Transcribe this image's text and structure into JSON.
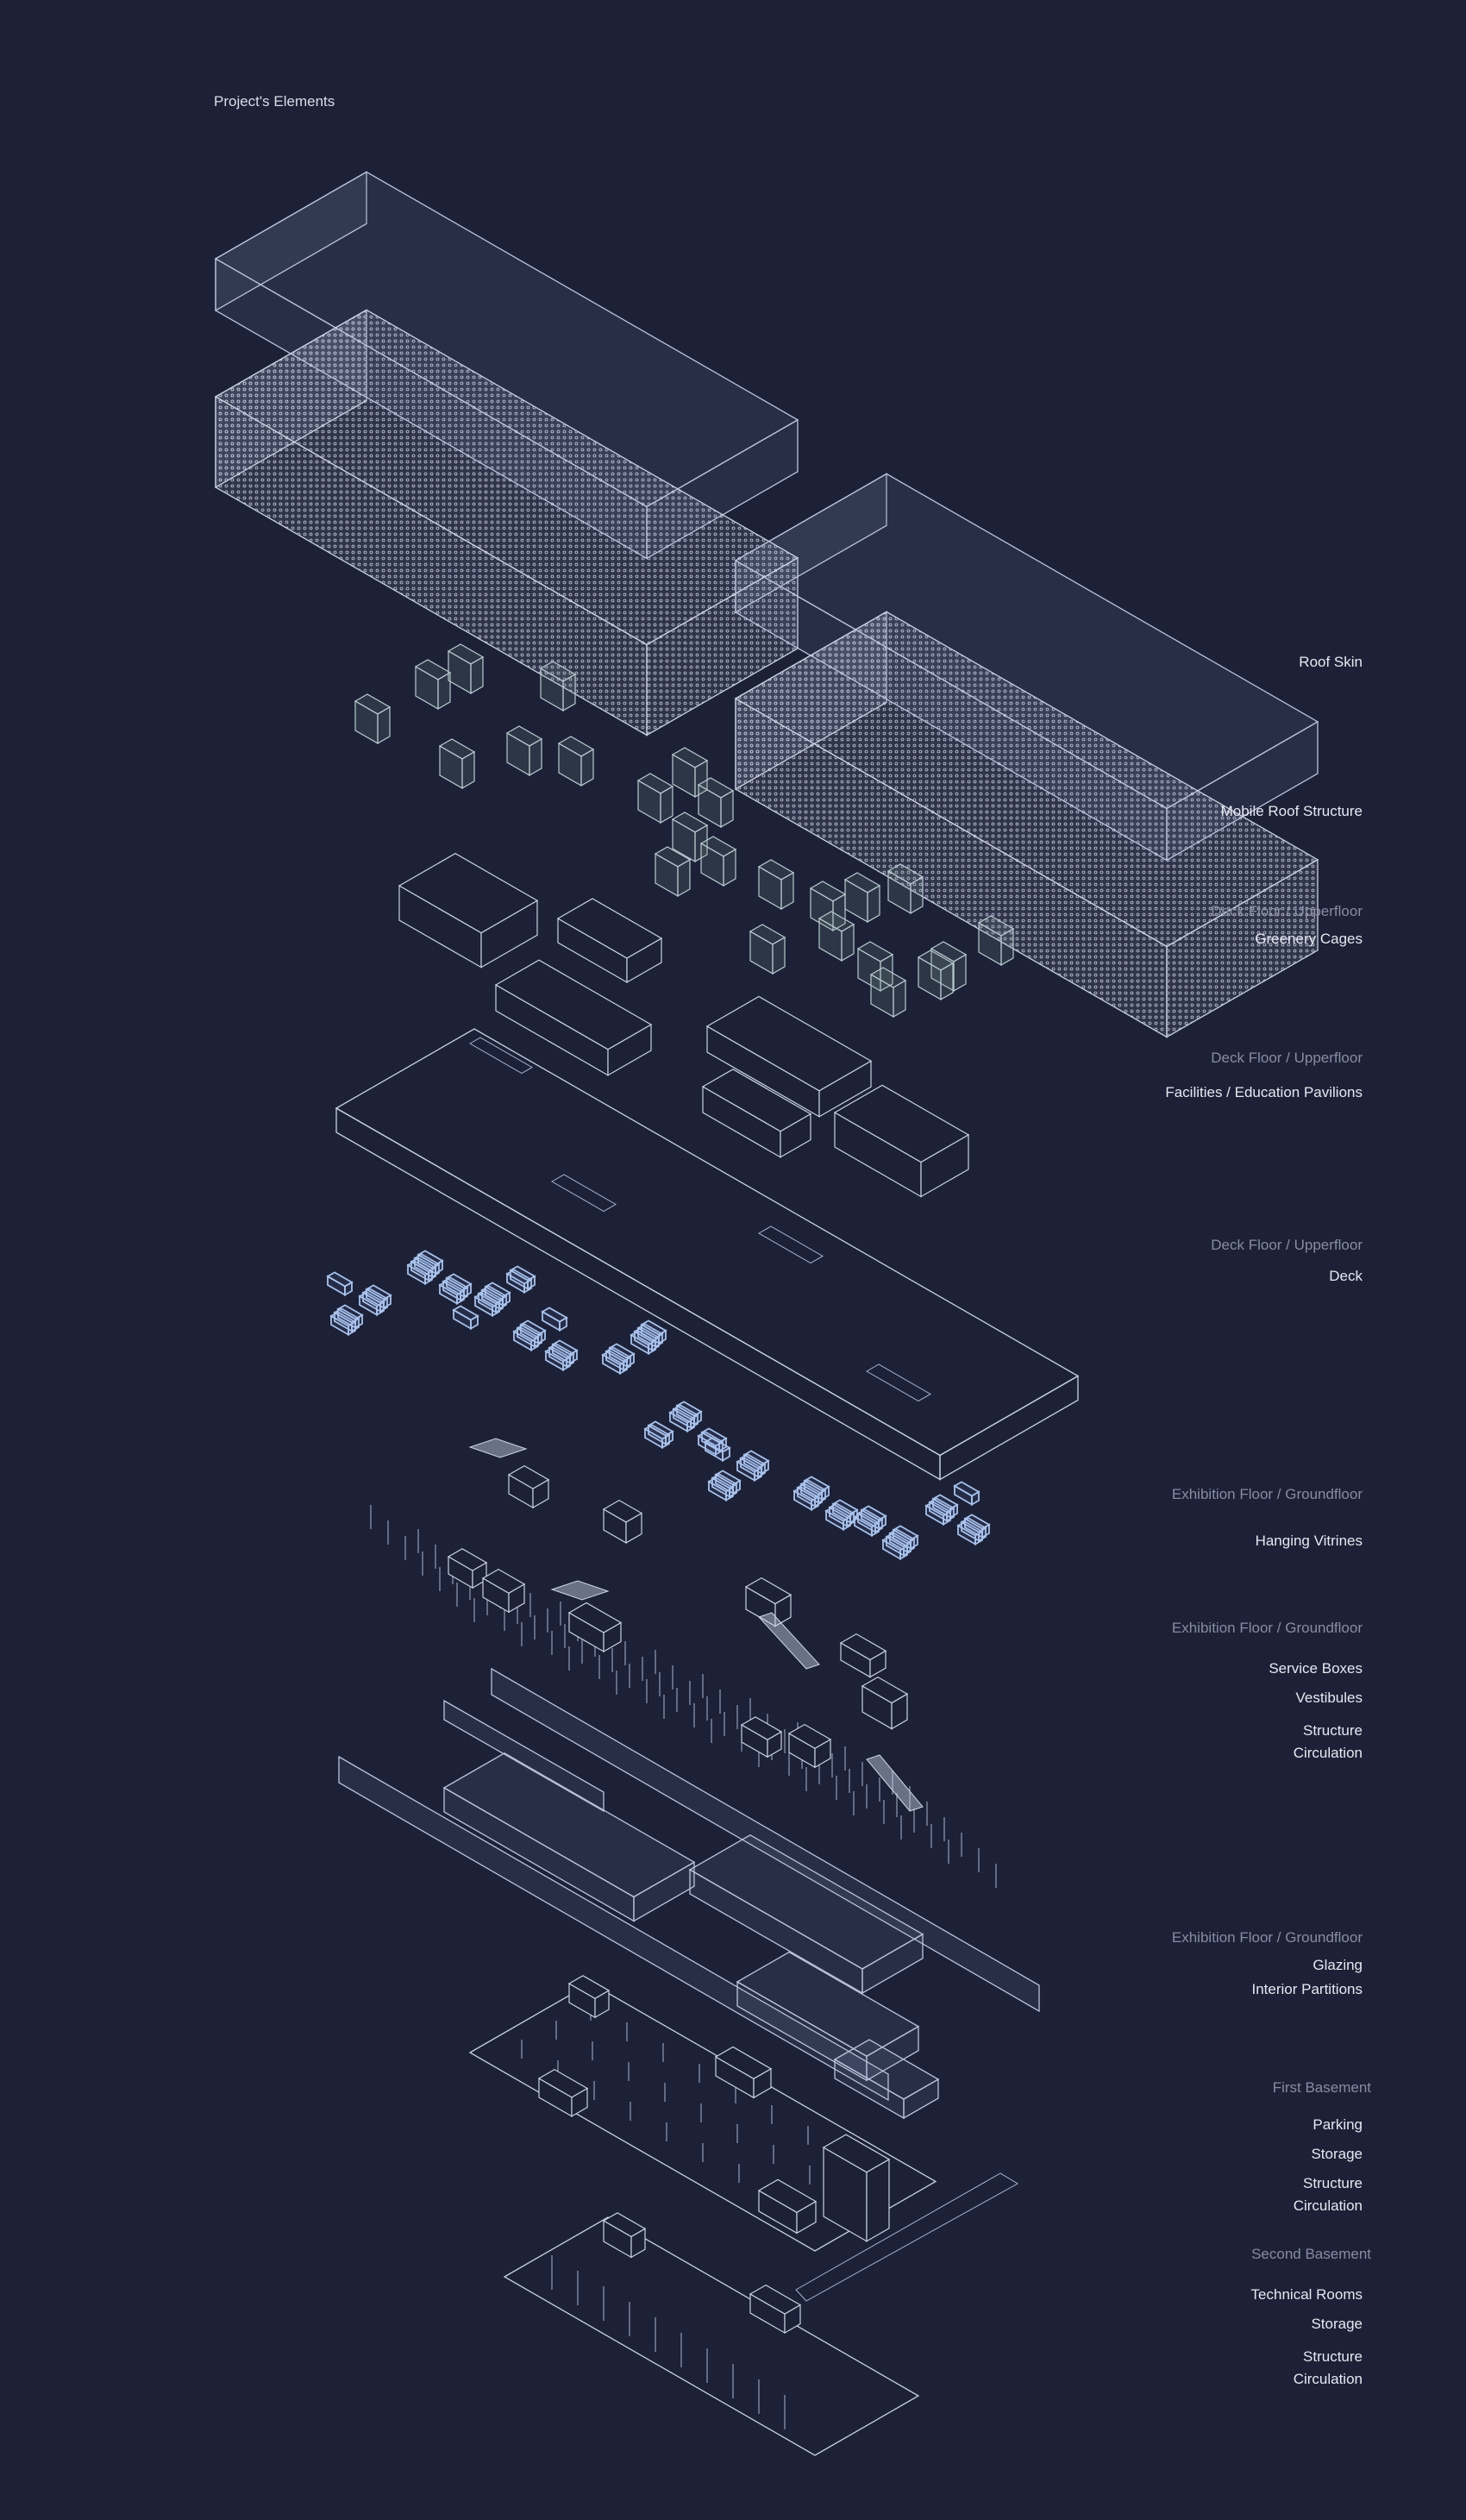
{
  "title": "Project's Elements",
  "labels": [
    {
      "category": "",
      "items": [
        "Roof Skin"
      ]
    },
    {
      "category": "",
      "items": [
        "Mobile Roof Structure"
      ]
    },
    {
      "category": "Deck Floor / Upperfloor",
      "items": [
        "Greenery Cages"
      ]
    },
    {
      "category": "Deck Floor / Upperfloor",
      "items": [
        "Facilities / Education Pavilions"
      ]
    },
    {
      "category": "Deck Floor / Upperfloor",
      "items": [
        "Deck"
      ]
    },
    {
      "category": "Exhibition Floor / Groundfloor",
      "items": [
        "Hanging Vitrines"
      ]
    },
    {
      "category": "Exhibition Floor / Groundfloor",
      "items": [
        "Service Boxes",
        "Vestibules",
        "Structure",
        "Circulation"
      ]
    },
    {
      "category": "Exhibition Floor / Groundfloor",
      "items": [
        "Glazing",
        "Interior Partitions"
      ]
    },
    {
      "category": "First Basement",
      "items": [
        "Parking",
        "Storage",
        "Structure",
        "Circulation"
      ]
    },
    {
      "category": "Second Basement",
      "items": [
        "Technical Rooms",
        "Storage",
        "Structure",
        "Circulation"
      ]
    }
  ],
  "colors": {
    "background": "#1c2138",
    "line": "#c9d0e2",
    "muted_text": "#878ca3",
    "text": "#e6e8ef",
    "greenery": "#4a6a55",
    "vitrine": "#aac2ea"
  }
}
